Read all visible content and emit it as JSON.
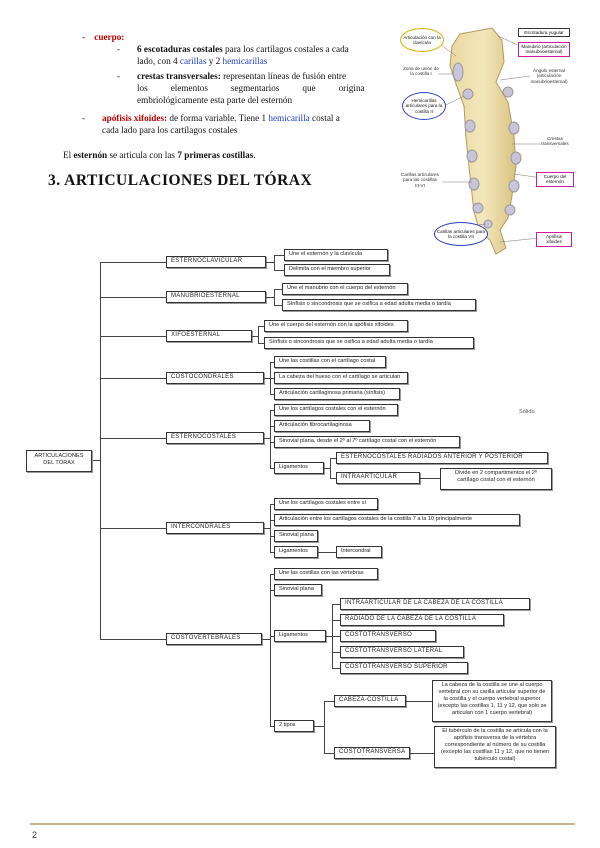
{
  "top": {
    "cuerpo_label": "cuerpo:",
    "esc_bold": "6 escotaduras costales",
    "esc_rest": " para los cartílagos costales a cada",
    "esc_line2_a": "lado, con 4 ",
    "carillas": "carillas",
    "esc_y": " y 2 ",
    "hemicarillas": "hemicarillas",
    "crestas_bold": "crestas transversales:",
    "crestas_rest": " representan líneas de fusión entre",
    "crestas_line2": "los          elementos          segmentarios          que          origina",
    "crestas_line3": "embriológicamente esta parte del esternón",
    "apof_label": "apófisis xifoides:",
    "apof_rest": " de forma variable. Tiene 1 ",
    "hemicarilla": "hemicarilla",
    "apof_rest2": " costal a",
    "apof_line2": "cada lado para los cartílagos costales",
    "art_pre": "El ",
    "art_bold1": "esternón",
    "art_mid": " se articula con las ",
    "art_bold2": "7 primeras costillas",
    "art_end": ".",
    "heading": "3.  ARTICULACIONES DEL TÓRAX"
  },
  "figure": {
    "art_clavicula": "Articulación con la clavícula",
    "escotadura_yugular": "Escotadura yugular",
    "manubrio": "Manubrio (articulación manubrioesternal)",
    "zona_union": "Zona de unión de la costilla I",
    "angulo": "Ángulo esternal (articulación manubrioesternal)",
    "hemicarillas_c2": "Hemicarillas articulares para la costilla II",
    "crestas": "Crestas transversales",
    "cuerpo_esternon": "Cuerpo del esternón",
    "carillas_iv": "Carillas articulares para las costillas III-VI",
    "carillas_vii": "Carillas articulares para la costilla VII",
    "apofisis": "Apófisis xifoides"
  },
  "mindmap": {
    "root": "ARTICULACIONES DEL TÓRAX",
    "solido": "Sólido",
    "esternoclavicular": {
      "label": "ESTERNOCLAVICULAR",
      "items": [
        "Une el esternón y la clavícula",
        "Delimita con el miembro superior"
      ]
    },
    "manubrioesternal": {
      "label": "MANUBRIOESTERNAL",
      "items": [
        "Une el manubrio con el cuerpo del esternón",
        "Sínfisis o sincondrosis que se osifica a edad adulta media o tardía"
      ]
    },
    "xifoesternal": {
      "label": "XIFOESTERNAL",
      "items": [
        "Une el cuerpo del esternón con la apófisis xifoides",
        "Sínfisis o sincondrosis que se osifica a edad adulta media o tardía"
      ]
    },
    "costocondrales": {
      "label": "COSTOCONDRALES",
      "items": [
        "Une las costillas con el cartílago costal",
        "La cabeza del hueso con el cartílago se articulan",
        "Articulación cartilaginosa primaria (sínfisis)"
      ]
    },
    "esternocostales": {
      "label": "ESTERNOCOSTALES",
      "items": [
        "Une los cartílagos costales con el esternón",
        "Articulación fibrocartilaginosa",
        "Sinovial plana, desde el 2º al 7º cartílago costal con el esternón"
      ],
      "ligamentos": "Ligamentos",
      "lig_items": [
        "ESTERNOCOSTALES RADIADOS ANTERIOR Y POSTERIOR",
        "INTRAARTICULAR"
      ],
      "intra_desc": "Divide en 2 compartimentos el 2º cartílago costal con el esternón"
    },
    "intercondrales": {
      "label": "INTERCONDRALES",
      "items": [
        "Une los cartílagos costales entre sí",
        "Articulación entre los cartílagos costales de la costilla 7 a la 10 principalmente",
        "Sinovial plana"
      ],
      "ligamentos": "Ligamentos",
      "lig_item": "Intercondral"
    },
    "costovertebrales": {
      "label": "COSTOVERTEBRALES",
      "items": [
        "Une las costillas con las vértebras",
        "Sinovial plana"
      ],
      "ligamentos": "Ligamentos",
      "lig_items": [
        "INTRAARTICULAR DE LA CABEZA DE LA COSTILLA",
        "RADIADO DE LA CABEZA DE LA COSTILLA",
        "COSTOTRANSVERSO",
        "COSTOTRANSVERSO LATERAL",
        "COSTOTRANSVERSO SUPERIOR"
      ],
      "tipos": "2 tipos",
      "tipo_items": [
        "CABEZA-COSTILLA",
        "COSTOTRANSVERSA"
      ],
      "cabeza_desc": "La cabeza de la costilla se une al cuerpo vertebral con su carilla articular superior de la costilla y el cuerpo vertebral superior (excepto las costillas 1, 11 y 12, que solo se articulan con 1 cuerpo vertebral)",
      "costotrans_desc": "El tubérculo de la costilla se articula con la apófisis transversa de la vértebra correspondiente al número de su costilla (excepto las costillas 11 y 12, que no tienen tubérculo costal)"
    }
  },
  "footer": {
    "page_number": "2"
  }
}
